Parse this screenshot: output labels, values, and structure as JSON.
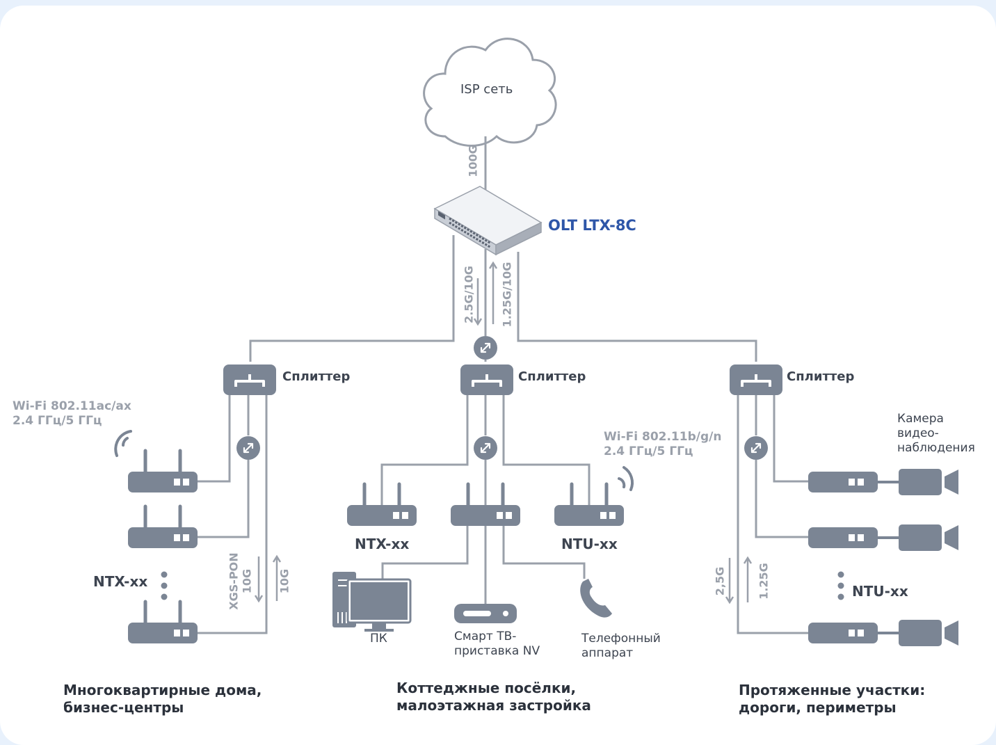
{
  "cloud": {
    "label": "ISP сеть"
  },
  "uplink": {
    "speed": "100G"
  },
  "olt": {
    "name": "OLT LTX-8C"
  },
  "center_link": {
    "down": "2.5G/10G",
    "up": "1.25G/10G"
  },
  "splitter_label": "Сплиттер",
  "left": {
    "wifi": [
      "Wi-Fi 802.11ac/ax",
      "2.4 ГГц/5 ГГц"
    ],
    "device": "NTX-xx",
    "pon": "XGS-PON",
    "down": "10G",
    "up": "10G",
    "section": [
      "Многоквартирные дома,",
      "бизнес-центры"
    ]
  },
  "middle": {
    "wifi": [
      "Wi-Fi 802.11b/g/n",
      "2.4 ГГц/5 ГГц"
    ],
    "device_left": "NTX-xx",
    "device_right": "NTU-xx",
    "pc": "ПК",
    "stb": [
      "Смарт ТВ-",
      "приставка NV"
    ],
    "phone": [
      "Телефонный",
      "аппарат"
    ],
    "section": [
      "Коттеджные посёлки,",
      "малоэтажная застройка"
    ]
  },
  "right": {
    "camera": [
      "Камера",
      "видео-",
      "наблюдения"
    ],
    "device": "NTU-xx",
    "down": "2,5G",
    "up": "1.25G",
    "section": [
      "Протяженные участки:",
      "дороги, периметры"
    ]
  },
  "colors": {
    "device": "#7b8594",
    "line": "#9aa0aa",
    "accent": "#2e56a8",
    "card": "#ffffff",
    "background": "#e8f1fc"
  }
}
